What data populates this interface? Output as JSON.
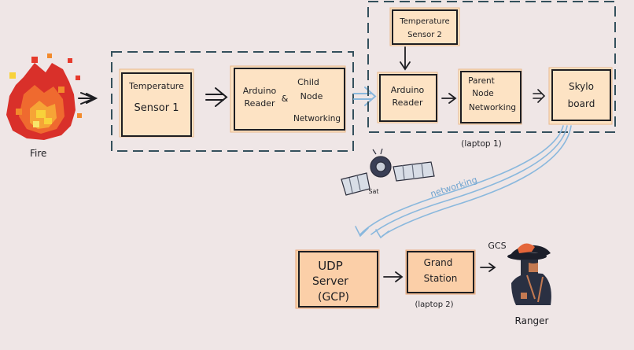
{
  "fire": {
    "label": "Fire"
  },
  "sensor1": {
    "line1": "Temperature",
    "line2": "Sensor 1"
  },
  "arduino_child": {
    "line1": "Arduino",
    "line2": "Reader",
    "amp": "&",
    "line3": "Child",
    "line4": "Node",
    "line5": "Networking"
  },
  "sensor2": {
    "line1": "Temperature",
    "line2": "Sensor 2"
  },
  "arduino_reader": {
    "line1": "Arduino",
    "line2": "Reader"
  },
  "parent_node": {
    "line1": "Parent",
    "line2": "Node",
    "line3": "Networking"
  },
  "laptop1": {
    "label": "(laptop 1)"
  },
  "skylo": {
    "line1": "Skylo",
    "line2": "board"
  },
  "satellite": {
    "label": "Sat"
  },
  "networking": {
    "label": "networking"
  },
  "udp": {
    "line1": "UDP",
    "line2": "Server",
    "line3": "(GCP)"
  },
  "ground": {
    "line1": "Grand",
    "line2": "Station"
  },
  "laptop2": {
    "label": "(laptop 2)"
  },
  "gcs": {
    "label": "GCS"
  },
  "ranger": {
    "label": "Ranger"
  },
  "colors": {
    "background": "#efe6e6",
    "box_fill": "#fde3c4",
    "box_fill_dark": "#fbcfa8",
    "dash": "#34505c",
    "network_line": "#8ab8dd",
    "ink": "#1e1e22"
  }
}
